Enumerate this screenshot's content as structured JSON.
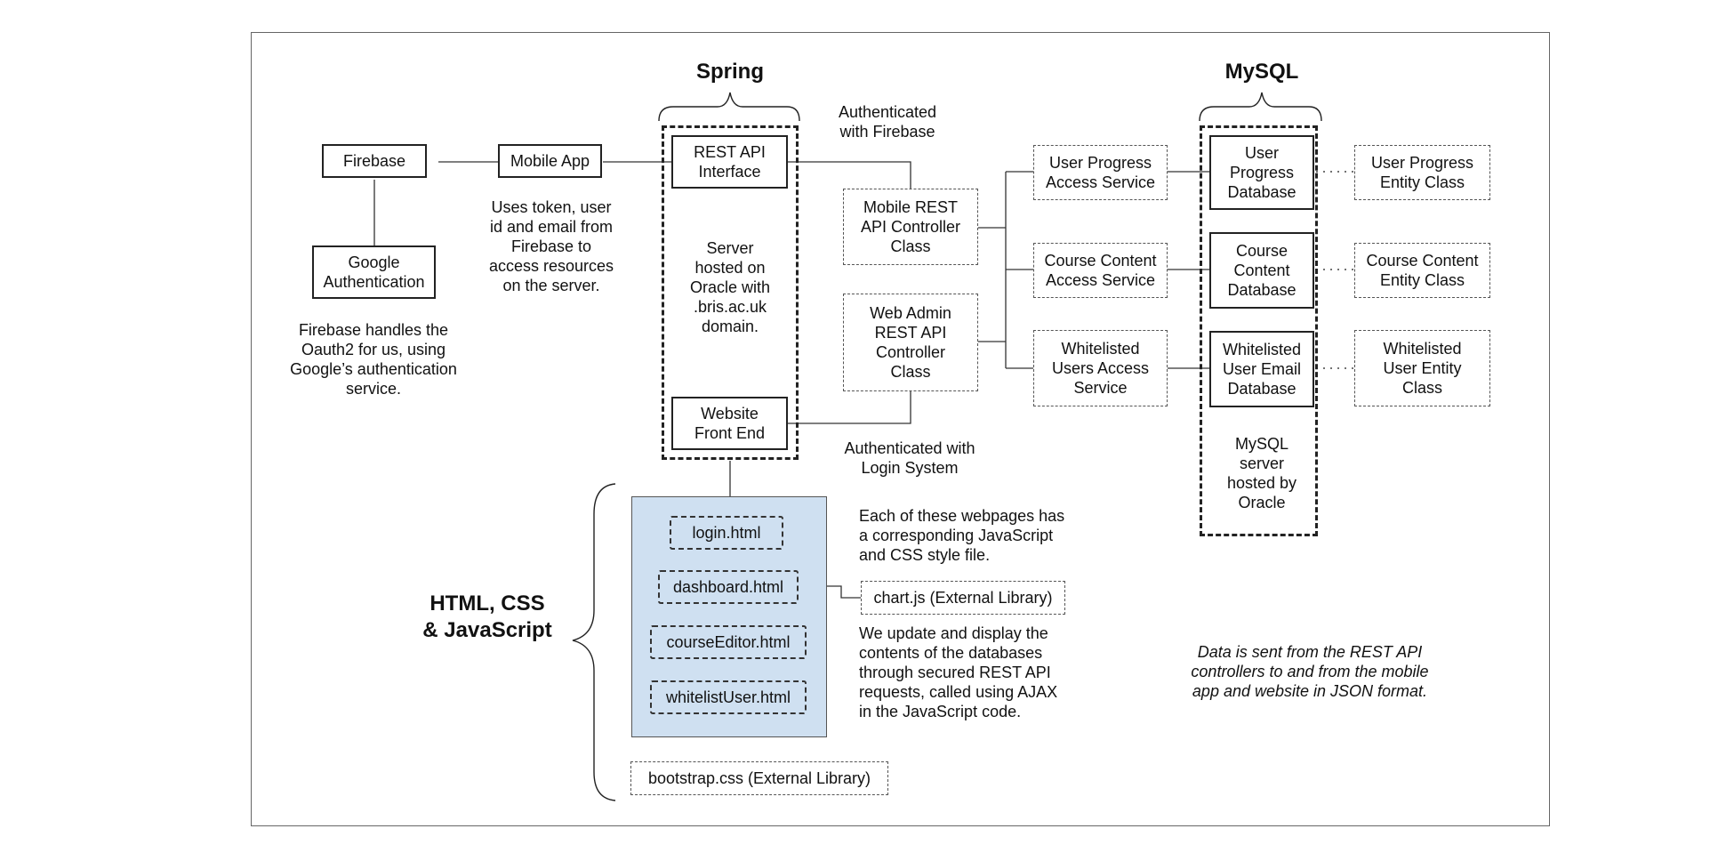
{
  "groups": {
    "spring": "Spring",
    "mysql": "MySQL",
    "web": "HTML, CSS\n& JavaScript"
  },
  "nodes": {
    "firebase": "Firebase",
    "mobile_app": "Mobile App",
    "google_auth": "Google\nAuthentication",
    "rest_api_interface": "REST API\nInterface",
    "website_front_end": "Website\nFront End",
    "mobile_controller": "Mobile REST\nAPI Controller\nClass",
    "web_admin_controller": "Web Admin\nREST API\nController\nClass",
    "user_progress_service": "User Progress\nAccess Service",
    "course_content_service": "Course Content\nAccess Service",
    "whitelisted_service": "Whitelisted\nUsers Access\nService",
    "user_progress_db": "User\nProgress\nDatabase",
    "course_content_db": "Course\nContent\nDatabase",
    "whitelisted_db": "Whitelisted\nUser Email\nDatabase",
    "user_progress_entity": "User Progress\nEntity Class",
    "course_content_entity": "Course Content\nEntity Class",
    "whitelisted_entity": "Whitelisted\nUser Entity\nClass",
    "login": "login.html",
    "dashboard": "dashboard.html",
    "course_editor": "courseEditor.html",
    "whitelist_user": "whitelistUser.html",
    "chartjs": "chart.js (External Library)",
    "bootstrap": "bootstrap.css (External Library)"
  },
  "notes": {
    "auth_firebase": "Authenticated\nwith Firebase",
    "mobile_token": "Uses token, user\nid and email from\nFirebase to\naccess resources\non the server.",
    "firebase_oauth": "Firebase handles the\nOauth2 for us, using\nGoogle’s authentication\nservice.",
    "server_hosted": "Server\nhosted on\nOracle with\n.bris.ac.uk\ndomain.",
    "auth_login": "Authenticated with\nLogin System",
    "mysql_hosted": "MySQL\nserver\nhosted by\nOracle",
    "webpages": "Each of these webpages has\na corresponding JavaScript\nand CSS style file.",
    "update_display": "We update and display the\ncontents of the databases\nthrough secured REST API\nrequests, called using AJAX\nin the JavaScript code.",
    "json_format": "Data is sent from the REST API\ncontrollers to and from the mobile\napp and website in JSON format."
  },
  "colors": {
    "panel_fill": "#cfe0f1",
    "line": "#222222"
  }
}
